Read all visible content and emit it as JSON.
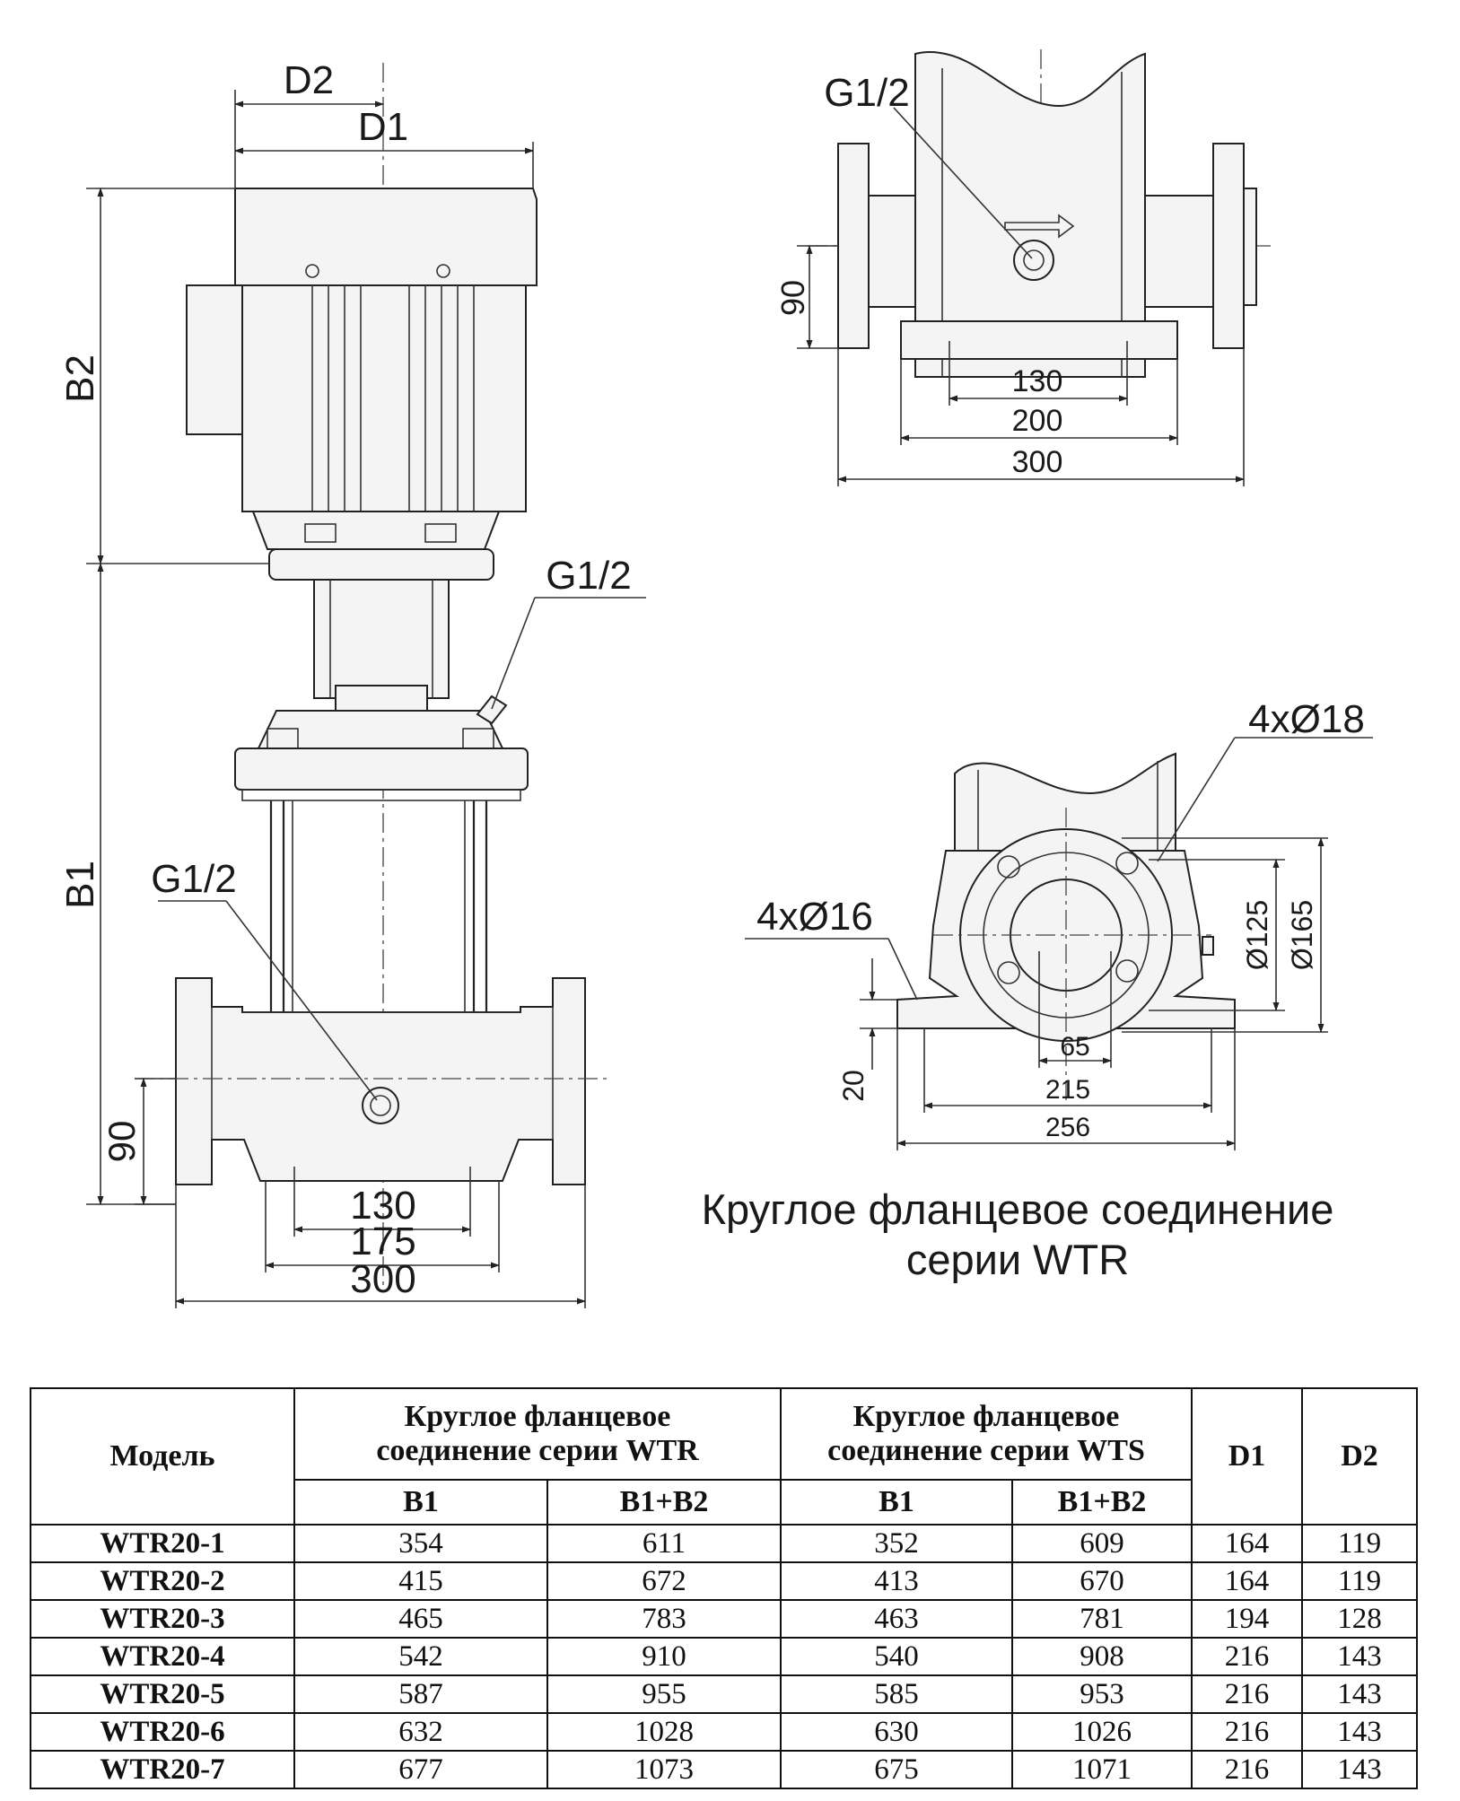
{
  "drawing": {
    "front_view": {
      "labels": {
        "d2": "D2",
        "d1": "D1",
        "b2": "B2",
        "b1": "B1",
        "port_upper": "G1/2",
        "port_lower": "G1/2"
      },
      "dims": {
        "h90": "90",
        "w130": "130",
        "w175": "175",
        "w300": "300"
      }
    },
    "top_view": {
      "labels": {
        "port": "G1/2"
      },
      "dims": {
        "h90": "90",
        "w130": "130",
        "w200": "200",
        "w300": "300"
      }
    },
    "flange_view": {
      "labels": {
        "holes_body": "4xØ18",
        "holes_base": "4xØ16"
      },
      "dims": {
        "d125": "Ø125",
        "d165": "Ø165",
        "h20": "20",
        "w65": "65",
        "w215": "215",
        "w256": "256"
      },
      "caption_line1": "Круглое фланцевое соединение",
      "caption_line2": "серии WTR"
    }
  },
  "table": {
    "headers": {
      "model": "Модель",
      "wtr_group_line1": "Круглое фланцевое",
      "wtr_group_line2": "соединение серии WTR",
      "wts_group_line1": "Круглое фланцевое",
      "wts_group_line2": "соединение серии WTS",
      "d1": "D1",
      "d2": "D2",
      "b1": "B1",
      "b1b2": "B1+B2"
    },
    "rows": [
      {
        "model": "WTR20-1",
        "wtr_b1": "354",
        "wtr_b1b2": "611",
        "wts_b1": "352",
        "wts_b1b2": "609",
        "d1": "164",
        "d2": "119"
      },
      {
        "model": "WTR20-2",
        "wtr_b1": "415",
        "wtr_b1b2": "672",
        "wts_b1": "413",
        "wts_b1b2": "670",
        "d1": "164",
        "d2": "119"
      },
      {
        "model": "WTR20-3",
        "wtr_b1": "465",
        "wtr_b1b2": "783",
        "wts_b1": "463",
        "wts_b1b2": "781",
        "d1": "194",
        "d2": "128"
      },
      {
        "model": "WTR20-4",
        "wtr_b1": "542",
        "wtr_b1b2": "910",
        "wts_b1": "540",
        "wts_b1b2": "908",
        "d1": "216",
        "d2": "143"
      },
      {
        "model": "WTR20-5",
        "wtr_b1": "587",
        "wtr_b1b2": "955",
        "wts_b1": "585",
        "wts_b1b2": "953",
        "d1": "216",
        "d2": "143"
      },
      {
        "model": "WTR20-6",
        "wtr_b1": "632",
        "wtr_b1b2": "1028",
        "wts_b1": "630",
        "wts_b1b2": "1026",
        "d1": "216",
        "d2": "143"
      },
      {
        "model": "WTR20-7",
        "wtr_b1": "677",
        "wtr_b1b2": "1073",
        "wts_b1": "675",
        "wts_b1b2": "1071",
        "d1": "216",
        "d2": "143"
      }
    ]
  }
}
